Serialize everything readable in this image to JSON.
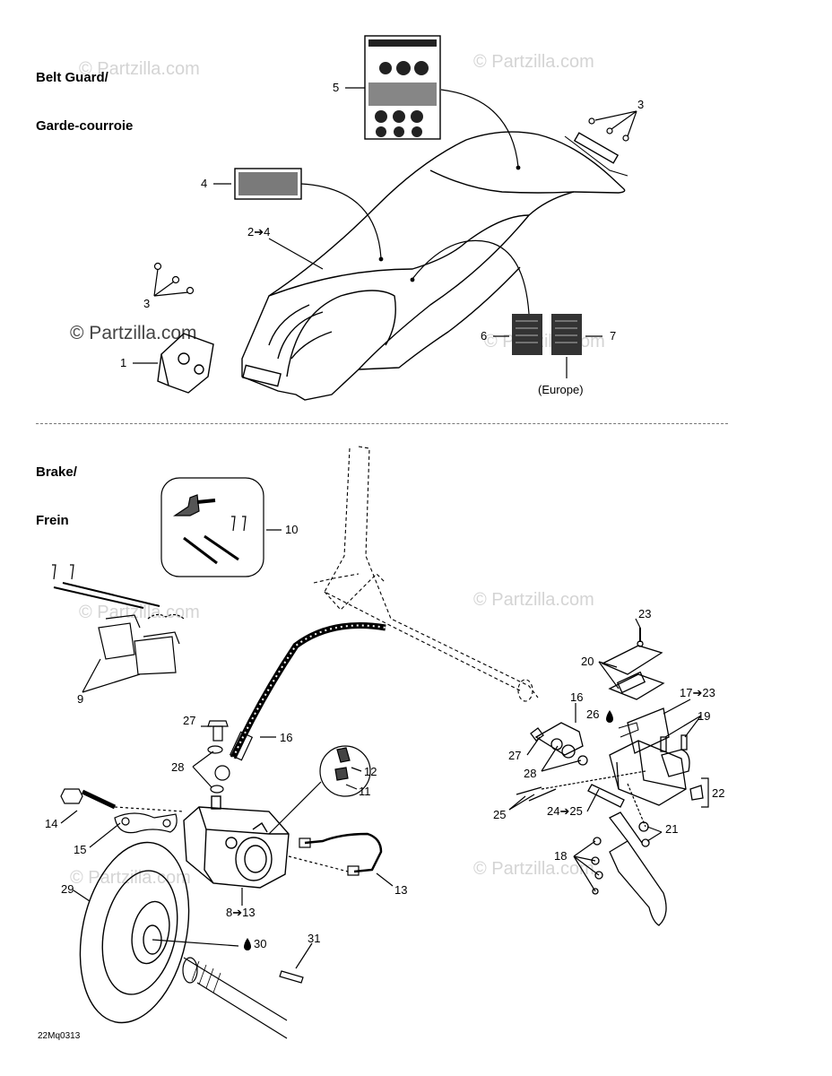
{
  "sections": {
    "belt_guard": {
      "title_en": "Belt Guard/",
      "title_fr": "Garde-courroie"
    },
    "brake": {
      "title_en": "Brake/",
      "title_fr": "Frein"
    }
  },
  "watermark": "© Partzilla.com",
  "drawing_code": "22Mq0313",
  "belt_guard_callouts": {
    "c1": "1",
    "c2_4": "2➔4",
    "c3a": "3",
    "c3b": "3",
    "c4": "4",
    "c5": "5",
    "c6": "6",
    "c7": "7",
    "europe": "(Europe)"
  },
  "brake_callouts": {
    "c8_13": "8➔13",
    "c9": "9",
    "c10": "10",
    "c11": "11",
    "c12": "12",
    "c13": "13",
    "c14": "14",
    "c15": "15",
    "c16a": "16",
    "c16b": "16",
    "c17_23": "17➔23",
    "c18": "18",
    "c19": "19",
    "c20": "20",
    "c21": "21",
    "c22": "22",
    "c23": "23",
    "c24_25": "24➔25",
    "c25": "25",
    "c26": "26",
    "c27a": "27",
    "c27b": "27",
    "c28a": "28",
    "c28b": "28",
    "c29": "29",
    "c30": "30",
    "c31": "31"
  },
  "colors": {
    "line": "#000000",
    "watermark": "#d4d4d4",
    "shade": "#333333"
  }
}
